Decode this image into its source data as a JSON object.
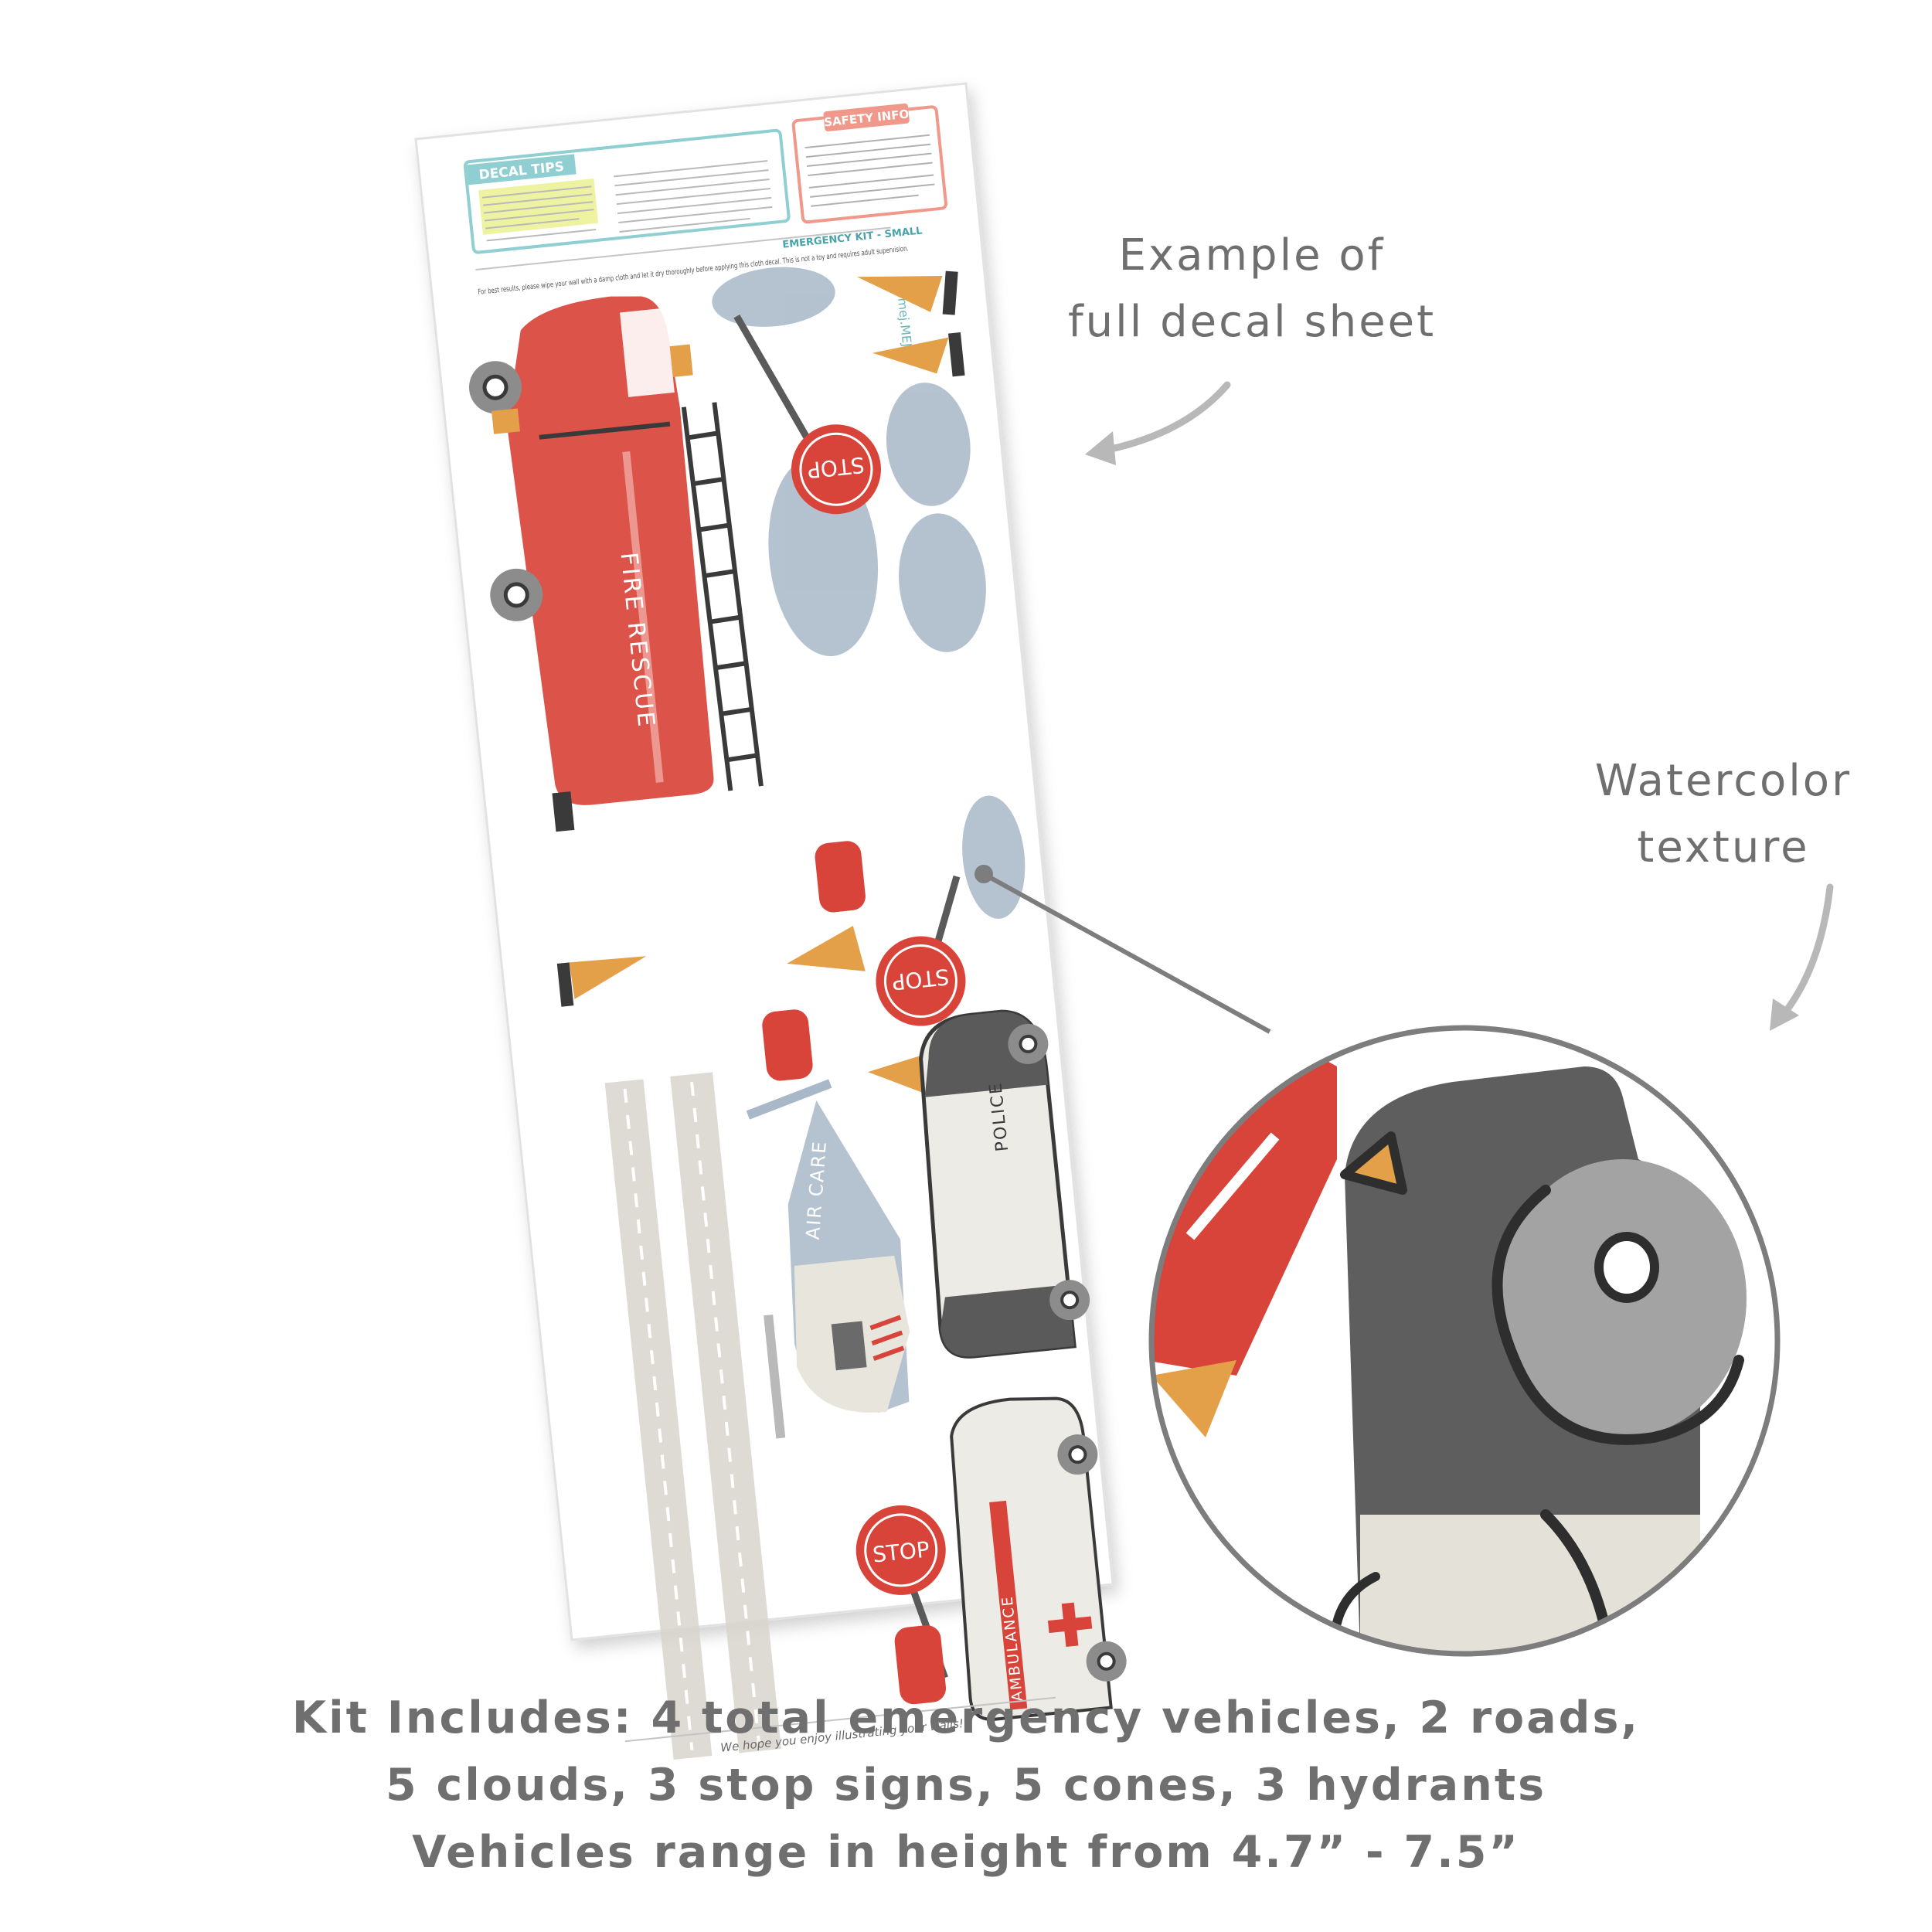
{
  "labels": {
    "example_line1": "Example of",
    "example_line2": "full decal sheet",
    "watercolor_line1": "Watercolor",
    "watercolor_line2": "texture"
  },
  "caption": {
    "line1": "Kit Includes: 4 total emergency vehicles, 2 roads,",
    "line2": "5 clouds, 3 stop signs, 5 cones, 3 hydrants",
    "line3": "Vehicles range in height from 4.7” - 7.5”"
  },
  "sheet": {
    "decal_tips_title": "DECAL TIPS",
    "safety_title": "SAFETY INFO",
    "kit_name": "EMERGENCY KIT - SMALL",
    "instructions": "For best results, please wipe your wall with a damp cloth and let it dry thoroughly before applying this cloth decal. This is not a toy and requires adult supervision.",
    "brand": "mej.MEJ",
    "footer_note": "We hope you enjoy illustrating your walls!"
  },
  "decals": {
    "fire_truck": "FIRE RESCUE",
    "stop_sign": "STOP",
    "helicopter": "AIR CARE",
    "police": "POLICE",
    "ambulance": "AMBULANCE"
  },
  "colors": {
    "red": "#d9443a",
    "orange": "#e3a048",
    "blue_gray": "#a8b8c8",
    "gray": "#8c8c8c",
    "dark": "#3a3a3a",
    "road": "#d8d4cc",
    "text_gray": "#6f6f6f"
  },
  "icons": [
    "arrow-icon",
    "magnify-circle-icon"
  ]
}
